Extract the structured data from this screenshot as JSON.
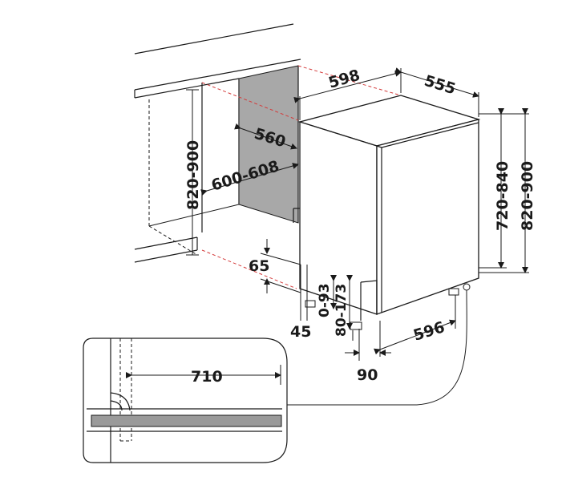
{
  "dimensions": {
    "width_598": "598",
    "depth_555": "555",
    "niche_depth_560": "560",
    "niche_width_600_608": "600-608",
    "niche_height_820_900": "820-900",
    "appliance_height_720_840": "720-840",
    "appliance_height_820_900": "820-900",
    "plinth_65": "65",
    "gap_45": "45",
    "adj_0_93": "0-93",
    "adj_80_173": "80-173",
    "depth_596": "596",
    "foot_90": "90",
    "detail_710": "710"
  },
  "colors": {
    "outline": "#1a1a1a",
    "cavity_back": "#a8a8a8",
    "worktop_strip": "#9a9a9a",
    "reference_dashes": "#d43a3a"
  }
}
